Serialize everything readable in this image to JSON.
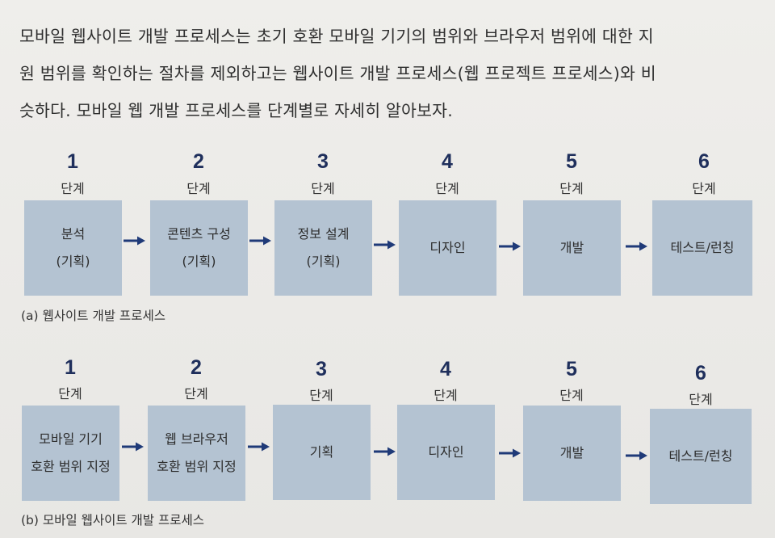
{
  "intro": {
    "lines": [
      "모바일 웹사이트 개발 프로세스는 초기 호환 모바일 기기의 범위와 브라우저 범위에 대한 지",
      "원 범위를 확인하는 절차를 제외하고는 웹사이트 개발 프로세스(웹 프로젝트 프로세스)와 비",
      "슷하다. 모바일 웹 개발 프로세스를 단계별로 자세히 알아보자."
    ]
  },
  "step_word": "단계",
  "diagram_a": {
    "caption": "(a) 웹사이트 개발 프로세스",
    "steps": [
      {
        "num": "1",
        "lines": [
          "분석",
          "(기획)"
        ]
      },
      {
        "num": "2",
        "lines": [
          "콘텐츠 구성",
          "(기획)"
        ]
      },
      {
        "num": "3",
        "lines": [
          "정보 설계",
          "(기획)"
        ]
      },
      {
        "num": "4",
        "lines": [
          "디자인"
        ]
      },
      {
        "num": "5",
        "lines": [
          "개발"
        ]
      },
      {
        "num": "6",
        "lines": [
          "테스트/런칭"
        ]
      }
    ]
  },
  "diagram_b": {
    "caption": "(b) 모바일 웹사이트 개발 프로세스",
    "steps": [
      {
        "num": "1",
        "lines": [
          "모바일 기기",
          "호환 범위 지정"
        ]
      },
      {
        "num": "2",
        "lines": [
          "웹 브라우저",
          "호환 범위 지정"
        ]
      },
      {
        "num": "3",
        "lines": [
          "기획"
        ]
      },
      {
        "num": "4",
        "lines": [
          "디자인"
        ]
      },
      {
        "num": "5",
        "lines": [
          "개발"
        ]
      },
      {
        "num": "6",
        "lines": [
          "테스트/런칭"
        ]
      }
    ]
  },
  "colors": {
    "box": "#b4c3d2",
    "arrow": "#1f3a78",
    "number": "#1f2f5c"
  }
}
